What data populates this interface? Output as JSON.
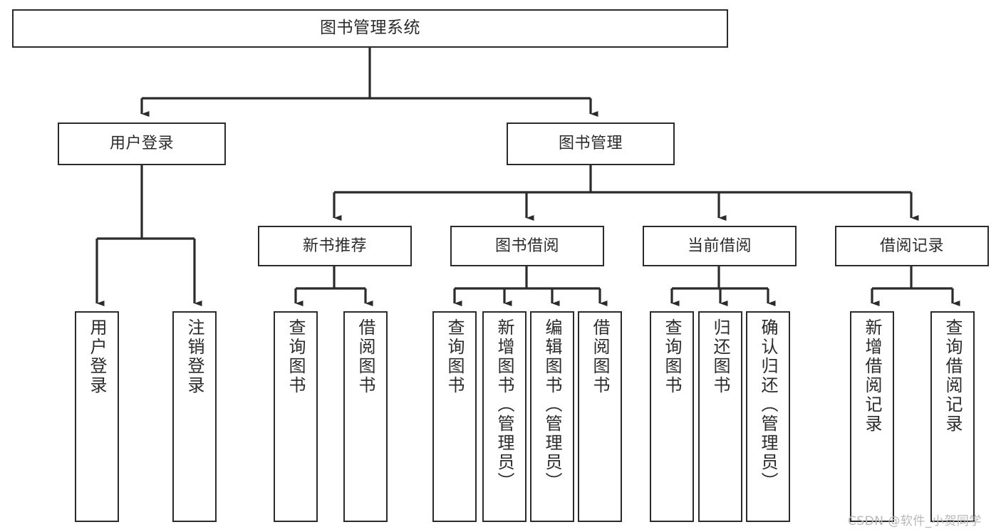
{
  "diagram": {
    "type": "tree",
    "title": "图书管理系统",
    "watermark": "CSDN @软件_小贺同学",
    "colors": {
      "box_border": "#2b2b2b",
      "box_fill": "#ffffff",
      "connector": "#2b2b2b",
      "text": "#2b2b2b",
      "watermark": "#b8b8b8",
      "background": "#ffffff"
    },
    "nodes": {
      "root": {
        "label": "图书管理系统"
      },
      "level2": [
        {
          "id": "user-login",
          "label": "用户登录"
        },
        {
          "id": "book-manage",
          "label": "图书管理"
        }
      ],
      "level3": [
        {
          "id": "new-book-recommend",
          "label": "新书推荐"
        },
        {
          "id": "book-borrow",
          "label": "图书借阅"
        },
        {
          "id": "current-borrow",
          "label": "当前借阅"
        },
        {
          "id": "borrow-record",
          "label": "借阅记录"
        }
      ],
      "leaves": {
        "user-login": [
          {
            "id": "leaf-user-login",
            "label": "用户登录"
          },
          {
            "id": "leaf-user-logout",
            "label": "注销登录"
          }
        ],
        "new-book-recommend": [
          {
            "id": "leaf-query-book-1",
            "label": "查询图书"
          },
          {
            "id": "leaf-borrow-book-1",
            "label": "借阅图书"
          }
        ],
        "book-borrow": [
          {
            "id": "leaf-query-book-2",
            "label": "查询图书"
          },
          {
            "id": "leaf-add-book",
            "label": "新增图书（管理员）"
          },
          {
            "id": "leaf-edit-book",
            "label": "编辑图书（管理员）"
          },
          {
            "id": "leaf-borrow-book-2",
            "label": "借阅图书"
          }
        ],
        "current-borrow": [
          {
            "id": "leaf-query-book-3",
            "label": "查询图书"
          },
          {
            "id": "leaf-return-book",
            "label": "归还图书"
          },
          {
            "id": "leaf-confirm-return",
            "label": "确认归还（管理员）"
          }
        ],
        "borrow-record": [
          {
            "id": "leaf-add-record",
            "label": "新增借阅记录"
          },
          {
            "id": "leaf-query-record",
            "label": "查询借阅记录"
          }
        ]
      }
    }
  }
}
